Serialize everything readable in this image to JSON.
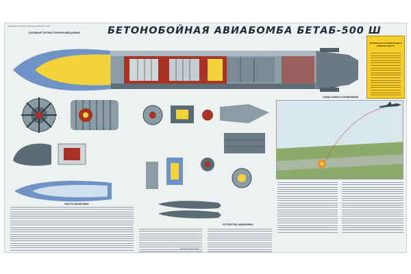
{
  "poster": {
    "title": "БЕТОНОБОЙНАЯ АВИАБОМБА БЕТАБ-500 Ш",
    "publisher_line": "Издательство Министерства обороны СССР",
    "notice_title": "ЗАПРЕЩАЕТСЯ ПРОИЗВОДИТЬ БОЕВУЮ РАБОТУ",
    "section_headings": {
      "main_data": "ОСНОВНЫЕ ТАКТИКО-ТЕХНИЧЕСКИЕ ДАННЫЕ",
      "combat_use": "СХЕМА БОЕВОГО ПРИМЕНЕНИЯ",
      "design": "УСТРОЙСТВО АВИАБОМБЫ",
      "operation": "РАБОТА АВИАБОМБЫ"
    },
    "bottom_line": "Военное издательство"
  },
  "colors": {
    "background": "#eef1f2",
    "body_dark": "#5a6b74",
    "body_mid": "#8c9ca5",
    "explosive_yellow": "#f4d33a",
    "cutaway_red": "#a83224",
    "nose_blue": "#6f93c4",
    "notice_yellow": "#f4ce2a",
    "sky": "#d9e6ee",
    "grass": "#8cab6a"
  },
  "icons": {
    "aircraft": "bomber-aircraft-icon",
    "explosion": "explosion-icon"
  }
}
